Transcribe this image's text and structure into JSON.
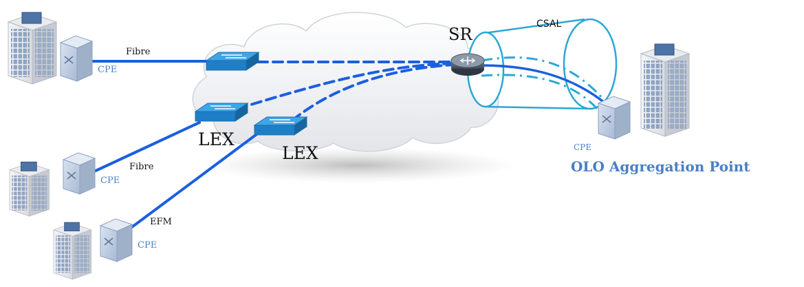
{
  "colors": {
    "link": "#1a5fe0",
    "tunnel": "#2aa7d6",
    "cpe_text": "#4a7fc4",
    "olo_text": "#4a7fc4"
  },
  "labels": {
    "fibre_top": "Fibre",
    "fibre_mid": "Fibre",
    "efm": "EFM",
    "cpe_1": "CPE",
    "cpe_2": "CPE",
    "cpe_3": "CPE",
    "cpe_right": "CPE",
    "lex_1": "LEX",
    "lex_2": "LEX",
    "sr": "SR",
    "csal": "CSAL",
    "olo": "OLO Aggregation Point"
  },
  "icons": [
    "office-building-icon",
    "cpe-switch-icon",
    "lan-switch-icon",
    "router-icon"
  ]
}
